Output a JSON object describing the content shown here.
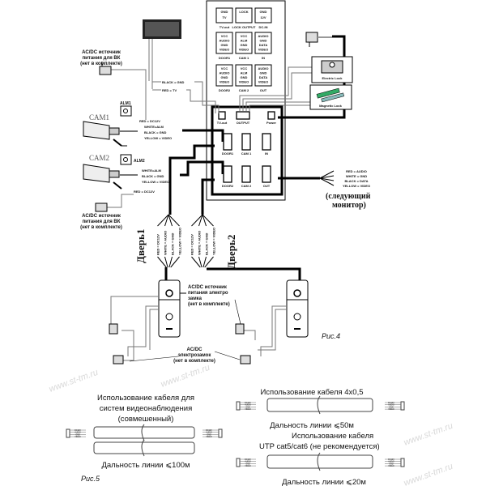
{
  "monitor_back": {
    "row1": [
      {
        "pins": [
          "GND",
          "TV"
        ],
        "label": "TV-out"
      },
      {
        "pins": [
          "LOCK"
        ],
        "label": "LOCK OUTPUT"
      },
      {
        "pins": [
          "GND",
          "12V"
        ],
        "label": "DC-IN"
      }
    ],
    "row2": [
      {
        "pins": [
          "VCC",
          "AUDIO",
          "GND",
          "VIDEO"
        ],
        "label": "DOOR1"
      },
      {
        "pins": [
          "VCC",
          "ALM",
          "GND",
          "VIDEO"
        ],
        "label": "CAM 1"
      },
      {
        "pins": [
          "AUDIO",
          "GND",
          "DATA",
          "VIDEO"
        ],
        "label": "IN"
      }
    ],
    "row3": [
      {
        "pins": [
          "VCC",
          "AUDIO",
          "GND",
          "VIDEO"
        ],
        "label": "DOOR2"
      },
      {
        "pins": [
          "VCC",
          "ALM",
          "GND",
          "VIDEO"
        ],
        "label": "CAM 2"
      },
      {
        "pins": [
          "AUDIO",
          "GND",
          "DATA",
          "VIDEO"
        ],
        "label": "OUT"
      }
    ]
  },
  "connectors": {
    "tv_out": "TV-out",
    "output": "OUTPUT",
    "power": "Power",
    "door1": "DOOR1",
    "cam1": "CAM 1",
    "in": "IN",
    "door2": "DOOR2",
    "cam2": "CAM 2",
    "out": "OUT"
  },
  "locks": {
    "electric": "Electric Lock",
    "magnetic": "Magnetic Lock"
  },
  "tv_wires": [
    "BLACK = GND",
    "RED = TV"
  ],
  "cam1": {
    "label": "CAM1",
    "alarm": "ALM1",
    "wires": [
      "RED = DC12V",
      "WHITE=ALM",
      "BLACK = GND",
      "YELLOW = VIDEO"
    ]
  },
  "cam2": {
    "label": "CAM2",
    "alarm": "ALM2",
    "wires": [
      "WHITE=ALM",
      "BLACK = GND",
      "YELLOW = VIDEO",
      "RED = DC12V"
    ]
  },
  "psu_cam_top": [
    "AC/DC источник",
    "питания для ВК",
    "(нет в комплекте)"
  ],
  "psu_cam_bottom": [
    "AC/DC источник",
    "питания для ВК",
    "(нет в комплекте)"
  ],
  "out_wires": [
    "RED = AUDIO",
    "WHITE = GND",
    "BLACK = DATA",
    "YELLOW = VIDEO"
  ],
  "next_monitor": [
    "(следующий",
    "монитор)"
  ],
  "door1": {
    "label": "Дверь1",
    "wires": [
      "RED = DC12V",
      "WHITE = AUDIO",
      "BLACK = GND",
      "YELLOW = VIDEO"
    ]
  },
  "door2": {
    "label": "Дверь2",
    "wires": [
      "RED = DC12V",
      "WHITE = AUDIO",
      "BLACK = GND",
      "YELLOW = VIDEO"
    ]
  },
  "lock_psu": [
    "AC/DC источник",
    "питания электро",
    "замка",
    "(нет в комплекте)"
  ],
  "lock_label": [
    "AC/DC",
    "электрозамок",
    "(нет в комплекте)"
  ],
  "fig4": "Рис.4",
  "fig5": "Рис.5",
  "cable_combined": {
    "title": [
      "Использование кабеля для",
      "систем видеонаблюдения",
      "(совмешенный)"
    ],
    "range": "Дальность линии ⩽100м"
  },
  "cable_4x05": {
    "title": [
      "Использование кабеля 4x0,5"
    ],
    "range": "Дальность линии ⩽50м"
  },
  "cable_utp": {
    "title": [
      "Использование кабеля",
      "UTP cat5/cat6 (не рекомендуется)"
    ],
    "range": "Дальность линии ⩽20м"
  },
  "mini_wires": [
    "DC12V",
    "AUDIO",
    "GND",
    "VIDEO"
  ],
  "watermark": "www.st-tm.ru"
}
